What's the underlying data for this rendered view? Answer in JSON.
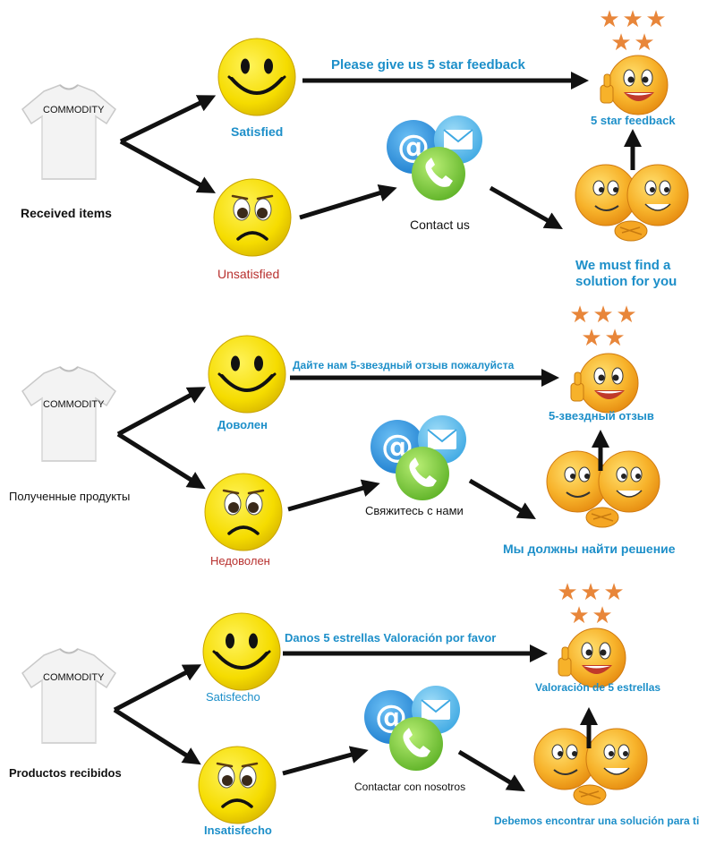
{
  "sections": [
    {
      "tshirt_text": "COMMODITY",
      "received": "Received  items",
      "satisfied": "Satisfied",
      "unsatisfied": "Unsatisfied",
      "please": "Please give us 5 star feedback",
      "contact": "Contact us",
      "five_star": "5 star feedback",
      "solution_line1": "We must find a",
      "solution_line2": "solution for you"
    },
    {
      "tshirt_text": "COMMODITY",
      "received": "Полученные продукты",
      "satisfied": "Доволен",
      "unsatisfied": "Недоволен",
      "please": "Дайте нам 5-звездный отзыв пожалуйста",
      "contact": "Свяжитесь с нами",
      "five_star": "5-звездный отзыв",
      "solution": "Мы должны найти решение"
    },
    {
      "tshirt_text": "COMMODITY",
      "received": "Productos recibidos",
      "satisfied": "Satisfecho",
      "unsatisfied": "Insatisfecho",
      "please": "Danos 5 estrellas Valoración por favor",
      "contact": "Contactar con nosotros",
      "five_star": "Valoración de 5 estrellas",
      "solution": "Debemos encontrar una solución para ti"
    }
  ],
  "colors": {
    "label_blue": "#1d8fc9",
    "label_red": "#b8312f",
    "smiley_yellow": "#f7e000",
    "star_orange": "#e8863a",
    "email_blue": "#2e8fd8",
    "phone_green": "#7cc63a",
    "arrow": "#111111"
  },
  "icons": [
    "t-shirt-icon",
    "happy-smiley-icon",
    "sad-smiley-icon",
    "email-at-icon",
    "envelope-icon",
    "phone-icon",
    "handshake-emoji-icon",
    "thumbs-up-emoji-icon",
    "star-icon"
  ]
}
